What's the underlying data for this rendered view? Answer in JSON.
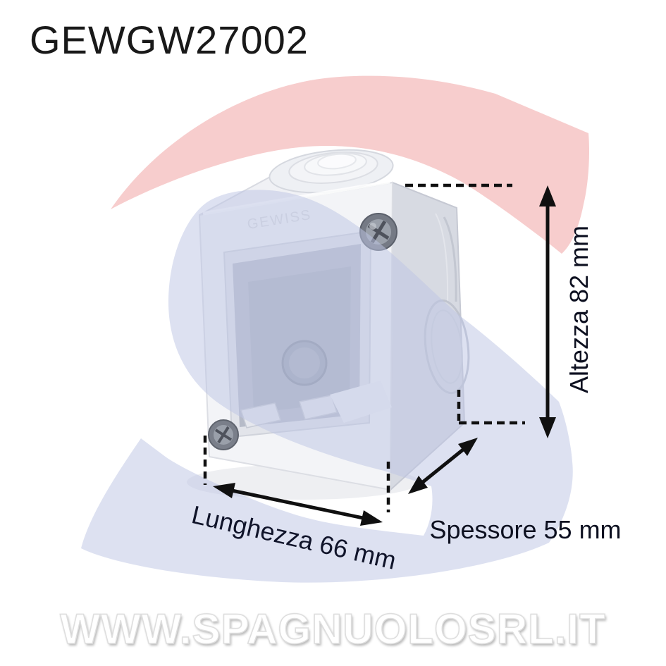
{
  "page": {
    "title": "GEWGW27002",
    "site_watermark": "WWW.SPAGNUOLOSRL.IT"
  },
  "product": {
    "brand_embossed": "GEWISS"
  },
  "dimensions": {
    "height_label": "Altezza 82 mm",
    "length_label": "Lunghezza 66 mm",
    "depth_label": "Spessore 55 mm"
  },
  "colors": {
    "watermark_pink": "#f7cdcd",
    "watermark_blue": "#dfe2f1",
    "annotation_ink": "#101010"
  }
}
